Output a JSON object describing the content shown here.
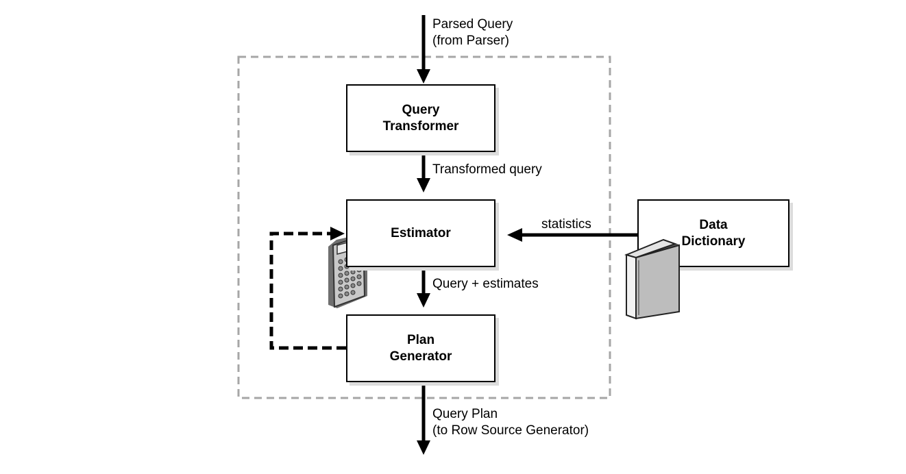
{
  "labels": {
    "input_line1": "Parsed Query",
    "input_line2": "(from Parser)",
    "transformed": "Transformed query",
    "estimates": "Query + estimates",
    "statistics": "statistics",
    "output_line1": "Query Plan",
    "output_line2": "(to Row Source Generator)"
  },
  "boxes": {
    "transformer": {
      "line1": "Query",
      "line2": "Transformer"
    },
    "estimator": {
      "line1": "Estimator"
    },
    "plan_generator": {
      "line1": "Plan",
      "line2": "Generator"
    },
    "data_dictionary": {
      "line1": "Data",
      "line2": "Dictionary"
    }
  },
  "icons": [
    "calculator-icon",
    "book-icon"
  ],
  "colors": {
    "border_dashed": "#a6a6a6",
    "stroke": "#000000",
    "shadow": "#dcdcdc"
  }
}
